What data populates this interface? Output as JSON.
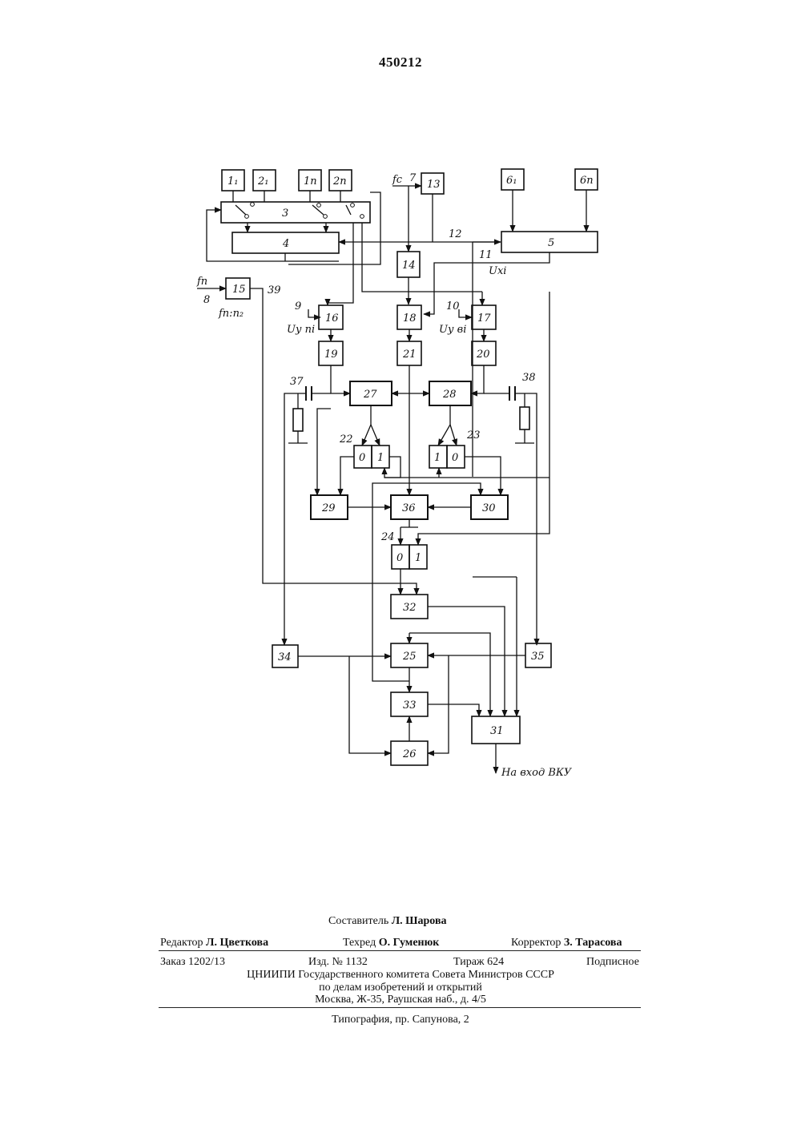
{
  "patent_number": "450212",
  "diagram": {
    "blocks": {
      "b1_1": "1₁",
      "b2_1": "2₁",
      "b1_n": "1п",
      "b2_n": "2п",
      "b3": "3",
      "b4": "4",
      "b5": "5",
      "b6_1": "6₁",
      "b6_n": "6п",
      "b13": "13",
      "b14": "14",
      "b15": "15",
      "b16": "16",
      "b17": "17",
      "b18": "18",
      "b19": "19",
      "b20": "20",
      "b21": "21",
      "b25": "25",
      "b26": "26",
      "b27": "27",
      "b28": "28",
      "b29": "29",
      "b30": "30",
      "b31": "31",
      "b32": "32",
      "b33": "33",
      "b34": "34",
      "b35": "35",
      "b36": "36",
      "t22_0": "0",
      "t22_1": "1",
      "t23_1": "1",
      "t23_0": "0",
      "t24_0": "0",
      "t24_1": "1"
    },
    "labels": {
      "fc": "fc",
      "n7": "7",
      "n12": "12",
      "n11": "11",
      "ux": "Uхi",
      "fn_in": "fп",
      "n8": "8",
      "n39": "39",
      "fn_div": "fп:п₂",
      "n9": "9",
      "n10": "10",
      "uyn": "Uу пi",
      "uyv": "Uу вi",
      "n37": "37",
      "n38": "38",
      "n22": "22",
      "n23": "23",
      "n24": "24",
      "output": "На вход ВКУ"
    }
  },
  "imprint": {
    "compiler_label": "Составитель",
    "compiler_name": "Л. Шарова",
    "editor_label": "Редактор",
    "editor_name": "Л. Цветкова",
    "techred_label": "Техред",
    "techred_name": "О. Гуменюк",
    "corrector_label": "Корректор",
    "corrector_name": "З. Тарасова",
    "order": "Заказ 1202/13",
    "edition": "Изд. № 1132",
    "circulation": "Тираж 624",
    "subscription": "Подписное",
    "org_line1": "ЦНИИПИ Государственного комитета Совета Министров СССР",
    "org_line2": "по делам изобретений и открытий",
    "org_line3": "Москва, Ж-35, Раушская наб., д. 4/5",
    "printing": "Типография, пр. Сапунова, 2"
  }
}
